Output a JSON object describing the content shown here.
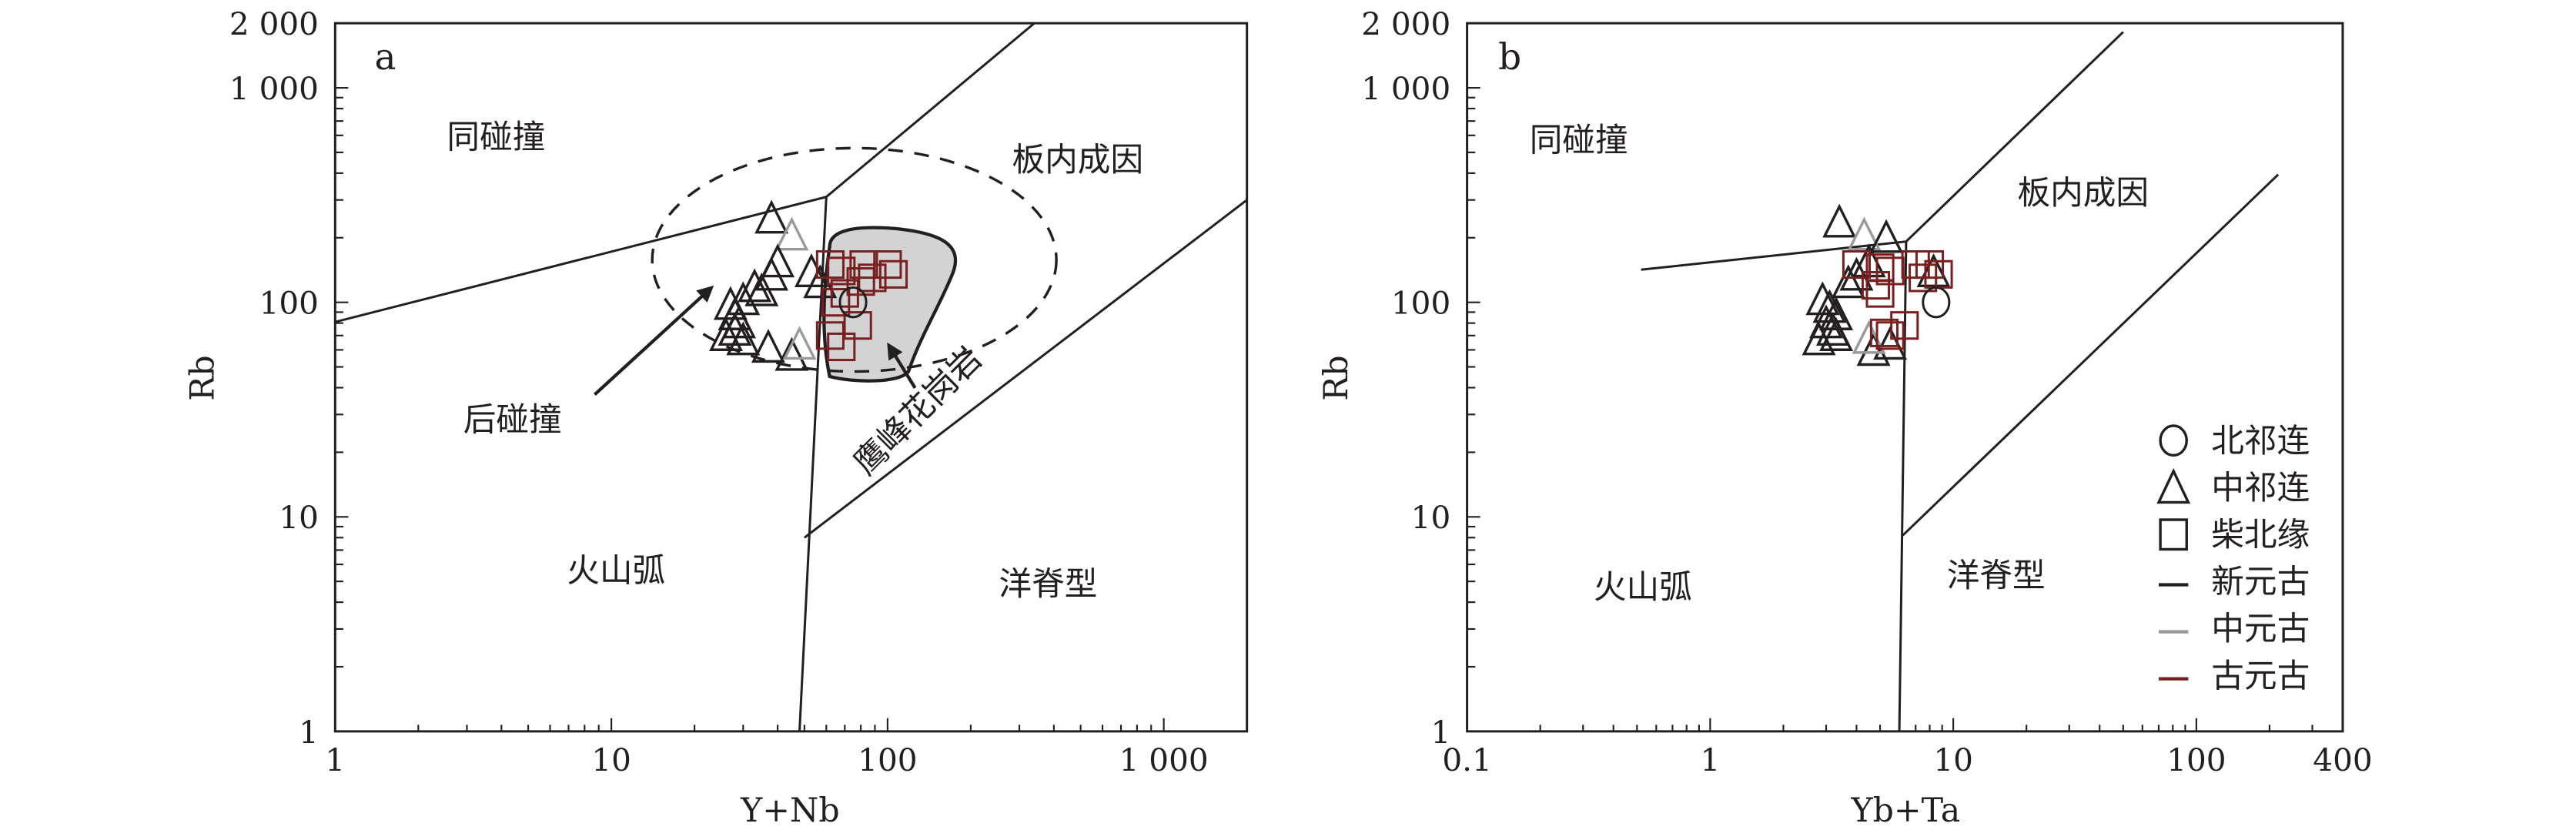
{
  "colors": {
    "neoproterozoic": "#231f20",
    "mesoproterozoic": "#9a9a9a",
    "paleoproterozoic": "#7a1f1f",
    "yingfeng_fill": "#d3d3d3"
  },
  "chart_data": [
    {
      "type": "scatter",
      "panel": "a",
      "xlabel": "Y+Nb",
      "ylabel": "Rb",
      "xscale": "log",
      "yscale": "log",
      "xlim": [
        1,
        2000
      ],
      "ylim": [
        1,
        2000
      ],
      "xticks": [
        {
          "v": 1,
          "label": "1"
        },
        {
          "v": 10,
          "label": "10"
        },
        {
          "v": 100,
          "label": "100"
        },
        {
          "v": 1000,
          "label": "1 000"
        }
      ],
      "yticks": [
        {
          "v": 1,
          "label": "1"
        },
        {
          "v": 10,
          "label": "10"
        },
        {
          "v": 100,
          "label": "100"
        },
        {
          "v": 1000,
          "label": "1 000"
        },
        {
          "v": 2000,
          "label": "2 000"
        }
      ],
      "regions": {
        "syn_collision": "同碰撞",
        "within_plate": "板内成因",
        "volcanic_arc": "火山弧",
        "ocean_ridge": "洋脊型",
        "post_collision": "后碰撞",
        "yingfeng": "鹰峰花岗岩"
      },
      "boundaries": [
        [
          [
            1,
            81
          ],
          [
            60,
            310
          ],
          [
            340,
            2000
          ]
        ],
        [
          [
            60,
            310
          ],
          [
            48,
            1
          ]
        ],
        [
          [
            50,
            8
          ],
          [
            2000,
            300
          ]
        ]
      ],
      "circles": [
        [
          75,
          100,
          "neo"
        ]
      ],
      "triangles": [
        [
          38,
          240,
          "neo"
        ],
        [
          45,
          200,
          "meso"
        ],
        [
          40,
          150,
          "neo"
        ],
        [
          38,
          130,
          "neo"
        ],
        [
          33,
          115,
          "neo"
        ],
        [
          30,
          100,
          "neo"
        ],
        [
          27,
          95,
          "neo"
        ],
        [
          28,
          85,
          "neo"
        ],
        [
          29,
          78,
          "neo"
        ],
        [
          28,
          72,
          "neo"
        ],
        [
          26,
          68,
          "neo"
        ],
        [
          30,
          65,
          "neo"
        ],
        [
          37,
          60,
          "neo"
        ],
        [
          45,
          55,
          "neo"
        ],
        [
          48,
          62,
          "meso"
        ],
        [
          53,
          135,
          "neo"
        ],
        [
          57,
          120,
          "neo"
        ],
        [
          35,
          110,
          "neo"
        ]
      ],
      "squares": [
        [
          62,
          150,
          "paleo"
        ],
        [
          68,
          140,
          "paleo"
        ],
        [
          82,
          150,
          "paleo"
        ],
        [
          100,
          150,
          "paleo"
        ],
        [
          105,
          135,
          "paleo"
        ],
        [
          88,
          130,
          "paleo"
        ],
        [
          80,
          125,
          "paleo"
        ],
        [
          70,
          110,
          "paleo"
        ],
        [
          65,
          100,
          "paleo"
        ],
        [
          62,
          70,
          "paleo"
        ],
        [
          68,
          62,
          "paleo"
        ],
        [
          78,
          78,
          "paleo"
        ]
      ]
    },
    {
      "type": "scatter",
      "panel": "b",
      "xlabel": "Yb+Ta",
      "ylabel": "Rb",
      "xscale": "log",
      "yscale": "log",
      "xlim": [
        0.1,
        400
      ],
      "ylim": [
        1,
        2000
      ],
      "xticks": [
        {
          "v": 0.1,
          "label": "0.1"
        },
        {
          "v": 1,
          "label": "1"
        },
        {
          "v": 10,
          "label": "10"
        },
        {
          "v": 100,
          "label": "100"
        },
        {
          "v": 400,
          "label": "400"
        }
      ],
      "yticks": [
        {
          "v": 1,
          "label": "1"
        },
        {
          "v": 10,
          "label": "10"
        },
        {
          "v": 100,
          "label": "100"
        },
        {
          "v": 1000,
          "label": "1 000"
        },
        {
          "v": 2000,
          "label": "2 000"
        }
      ],
      "regions": {
        "syn_collision": "同碰撞",
        "within_plate": "板内成因",
        "volcanic_arc": "火山弧",
        "ocean_ridge": "洋脊型"
      },
      "boundaries": [
        [
          [
            0.52,
            142
          ],
          [
            6.4,
            192
          ],
          [
            50,
            1820
          ]
        ],
        [
          [
            6.4,
            192
          ],
          [
            6,
            1
          ]
        ],
        [
          [
            6.2,
            8.2
          ],
          [
            217,
            394
          ]
        ]
      ],
      "circles": [
        [
          8.5,
          100,
          "neo"
        ]
      ],
      "triangles": [
        [
          3.4,
          230,
          "neo"
        ],
        [
          4.3,
          200,
          "meso"
        ],
        [
          5.3,
          195,
          "neo"
        ],
        [
          4.5,
          150,
          "neo"
        ],
        [
          4.0,
          130,
          "neo"
        ],
        [
          3.7,
          120,
          "neo"
        ],
        [
          2.9,
          100,
          "neo"
        ],
        [
          3.1,
          92,
          "neo"
        ],
        [
          3.3,
          85,
          "neo"
        ],
        [
          3.0,
          78,
          "neo"
        ],
        [
          3.2,
          72,
          "neo"
        ],
        [
          2.8,
          65,
          "neo"
        ],
        [
          3.3,
          68,
          "neo"
        ],
        [
          4.7,
          58,
          "neo"
        ],
        [
          5.5,
          62,
          "neo"
        ],
        [
          4.5,
          66,
          "meso"
        ],
        [
          8.3,
          135,
          "neo"
        ]
      ],
      "squares": [
        [
          4,
          150,
          "paleo"
        ],
        [
          5,
          145,
          "paleo"
        ],
        [
          5.5,
          140,
          "paleo"
        ],
        [
          7,
          150,
          "paleo"
        ],
        [
          8,
          150,
          "paleo"
        ],
        [
          7.5,
          130,
          "paleo"
        ],
        [
          8.7,
          135,
          "paleo"
        ],
        [
          4.8,
          120,
          "paleo"
        ],
        [
          5,
          110,
          "paleo"
        ],
        [
          6.3,
          78,
          "paleo"
        ],
        [
          5.5,
          70,
          "paleo"
        ],
        [
          5.2,
          72,
          "paleo"
        ]
      ]
    }
  ],
  "legend": [
    {
      "symbol": "circle",
      "label": "北祁连"
    },
    {
      "symbol": "triangle",
      "label": "中祁连"
    },
    {
      "symbol": "square",
      "label": "柴北缘"
    },
    {
      "symbol": "line",
      "color_key": "neoproterozoic",
      "label": "新元古"
    },
    {
      "symbol": "line",
      "color_key": "mesoproterozoic",
      "label": "中元古"
    },
    {
      "symbol": "line",
      "color_key": "paleoproterozoic",
      "label": "古元古"
    }
  ]
}
